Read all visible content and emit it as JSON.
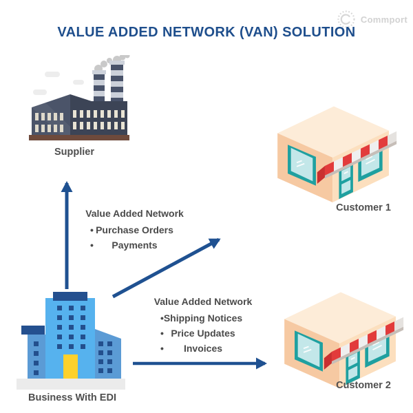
{
  "title": "VALUE ADDED NETWORK (VAN) SOLUTION",
  "logo": {
    "text": "Commport"
  },
  "nodes": {
    "supplier": {
      "label": "Supplier"
    },
    "business_edi": {
      "label": "Business With EDI"
    },
    "customer1": {
      "label": "Customer 1"
    },
    "customer2": {
      "label": "Customer 2"
    }
  },
  "flows": {
    "business_to_supplier": {
      "heading": "Value Added Network",
      "items": [
        "Purchase Orders",
        "Payments"
      ]
    },
    "business_to_customers": {
      "heading": "Value Added Network",
      "items": [
        "Shipping Notices",
        "Price Updates",
        "Invoices"
      ]
    }
  },
  "colors": {
    "title_blue": "#1e4e8c",
    "arrow_blue": "#1f5191",
    "text_gray": "#4a4a4a",
    "label_gray": "#4f4f4f",
    "factory_dark": "#3c4456",
    "store_peach": "#fcdfbe",
    "store_teal": "#1fa0a0",
    "awning_red": "#d93a3a",
    "building_blue": "#56b2ee",
    "building_navy": "#24508f",
    "door_yellow": "#fdd12d"
  }
}
